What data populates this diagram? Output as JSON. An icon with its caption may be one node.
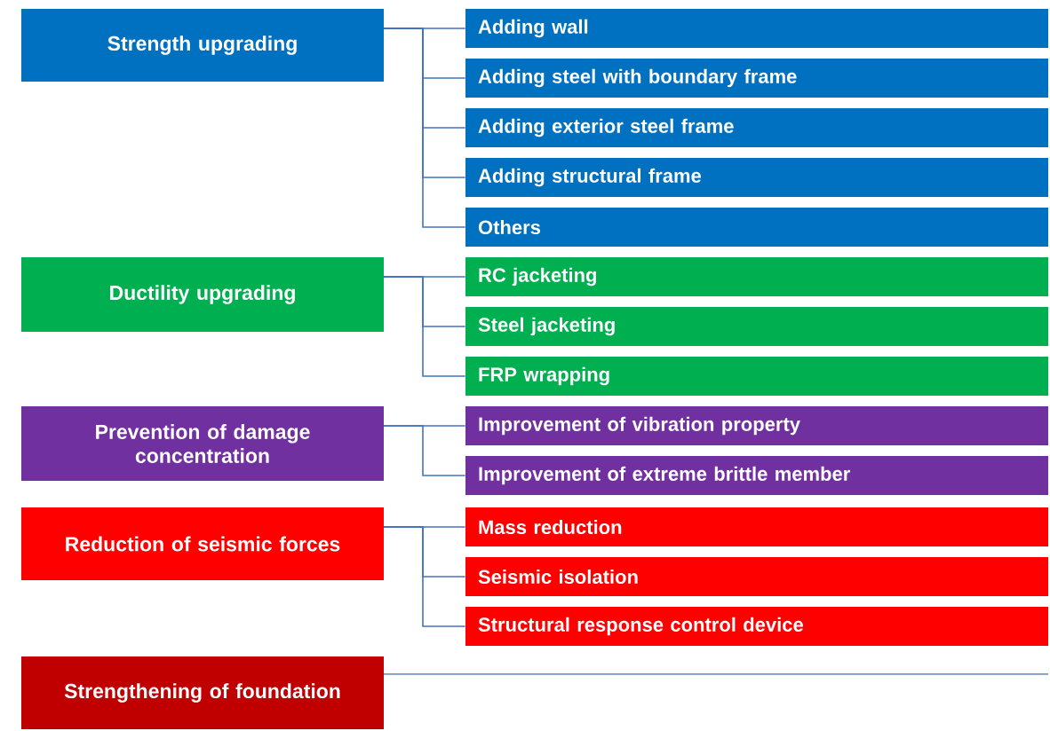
{
  "diagram": {
    "nodes": [
      {
        "text": [
          "Strength upgrading"
        ]
      },
      {
        "text": [
          "Adding wall"
        ]
      },
      {
        "text": [
          "Adding steel with boundary frame"
        ]
      },
      {
        "text": [
          "Adding exterior steel frame"
        ]
      },
      {
        "text": [
          "Adding structural frame"
        ]
      },
      {
        "text": [
          "Others"
        ]
      },
      {
        "text": [
          "Ductility upgrading"
        ]
      },
      {
        "text": [
          "RC jacketing"
        ]
      },
      {
        "text": [
          "Steel jacketing"
        ]
      },
      {
        "text": [
          "FRP wrapping"
        ]
      },
      {
        "text": [
          "Prevention of damage concentration"
        ]
      },
      {
        "text": [
          "Improvement of vibration property"
        ]
      },
      {
        "text": [
          "Improvement of extreme brittle member"
        ]
      },
      {
        "text": [
          "Reduction of seismic forces"
        ]
      },
      {
        "text": [
          "Mass reduction"
        ]
      },
      {
        "text": [
          "Seismic isolation"
        ]
      },
      {
        "text": [
          "Structural response control device"
        ]
      },
      {
        "text": [
          "Strengthening of foundation"
        ]
      }
    ],
    "edges": [
      {
        "from": 0,
        "to": 1,
        "arrow": "none"
      },
      {
        "from": 0,
        "to": 2,
        "arrow": "none"
      },
      {
        "from": 0,
        "to": 3,
        "arrow": "none"
      },
      {
        "from": 0,
        "to": 4,
        "arrow": "none"
      },
      {
        "from": 0,
        "to": 5,
        "arrow": "none"
      },
      {
        "from": 6,
        "to": 7,
        "arrow": "none"
      },
      {
        "from": 6,
        "to": 8,
        "arrow": "none"
      },
      {
        "from": 6,
        "to": 9,
        "arrow": "none"
      },
      {
        "from": 10,
        "to": 11,
        "arrow": "none"
      },
      {
        "from": 10,
        "to": 12,
        "arrow": "none"
      },
      {
        "from": 13,
        "to": 14,
        "arrow": "none"
      },
      {
        "from": 13,
        "to": 15,
        "arrow": "none"
      },
      {
        "from": 13,
        "to": 16,
        "arrow": "none"
      },
      {
        "from": 17,
        "to": null,
        "arrow": "none"
      }
    ]
  }
}
